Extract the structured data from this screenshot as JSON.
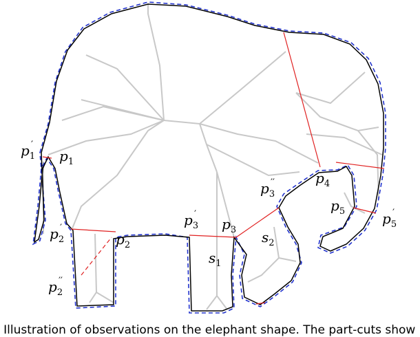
{
  "caption": ": Illustration of observations on the elephant shape. The part-cuts show",
  "labels": [
    {
      "id": "p1prime",
      "base": "p",
      "sub": "1",
      "sup": "′"
    },
    {
      "id": "p1",
      "base": "p",
      "sub": "1",
      "sup": ""
    },
    {
      "id": "p2prime",
      "base": "p",
      "sub": "2",
      "sup": "′"
    },
    {
      "id": "p2",
      "base": "p",
      "sub": "2",
      "sup": ""
    },
    {
      "id": "p2dprime",
      "base": "p",
      "sub": "2",
      "sup": "′′"
    },
    {
      "id": "p3prime",
      "base": "p",
      "sub": "3",
      "sup": "′"
    },
    {
      "id": "p3",
      "base": "p",
      "sub": "3",
      "sup": ""
    },
    {
      "id": "p3dprime",
      "base": "p",
      "sub": "3",
      "sup": "′′"
    },
    {
      "id": "s1",
      "base": "s",
      "sub": "1",
      "sup": ""
    },
    {
      "id": "s2",
      "base": "s",
      "sub": "2",
      "sup": ""
    },
    {
      "id": "p4",
      "base": "p",
      "sub": "4",
      "sup": ""
    },
    {
      "id": "p5",
      "base": "p",
      "sub": "5",
      "sup": ""
    },
    {
      "id": "p5prime",
      "base": "p",
      "sub": "5",
      "sup": "′"
    }
  ],
  "colors": {
    "outline": "#000000",
    "dashed": "#2233cc",
    "skeleton": "#c8c8c8",
    "cut": "#e02020"
  }
}
